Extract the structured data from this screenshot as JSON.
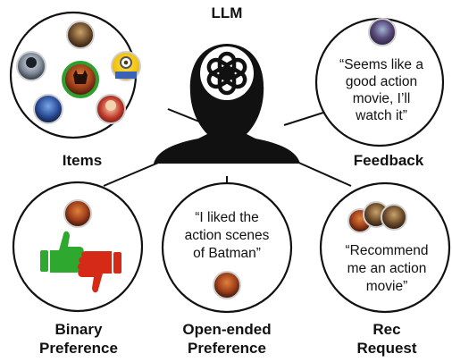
{
  "center": {
    "label": "LLM"
  },
  "items": {
    "label": "Items"
  },
  "feedback": {
    "label": "Feedback",
    "quote_lines": [
      "“Seems like a",
      "good action",
      "movie, I’ll",
      "watch it”"
    ]
  },
  "binary": {
    "label_lines": [
      "Binary",
      "Preference"
    ]
  },
  "open_ended": {
    "label_lines": [
      "Open-ended",
      "Preference"
    ],
    "quote_lines": [
      "“I liked the",
      "action scenes",
      "of Batman”"
    ]
  },
  "rec_request": {
    "label_lines": [
      "Rec",
      "Request"
    ],
    "quote_lines": [
      "“Recommend",
      "me an action",
      "movie”"
    ]
  },
  "colors": {
    "ink": "#111111",
    "thumbs_up": "#2fa82f",
    "thumbs_down": "#d42a16",
    "highlight_ring": "#2e9e2e"
  }
}
